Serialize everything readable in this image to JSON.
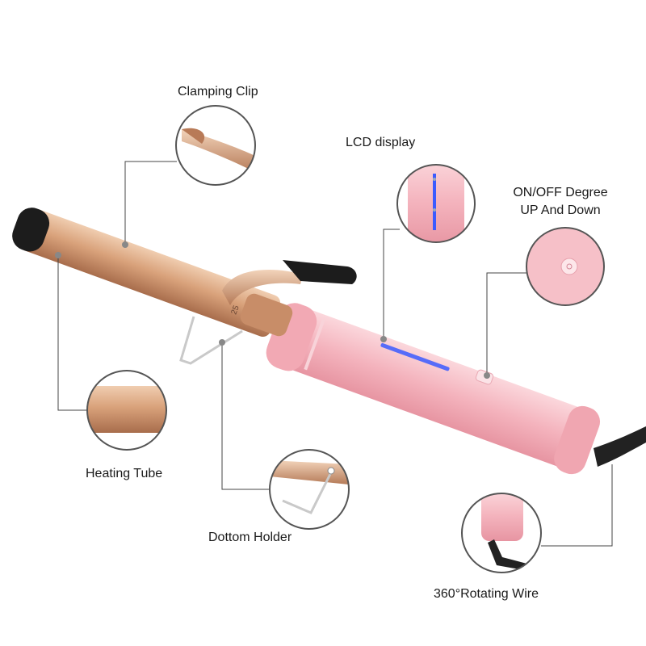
{
  "labels": {
    "clamping_clip": "Clamping Clip",
    "lcd_display": "LCD display",
    "on_off_line1": "ON/OFF Degree",
    "on_off_line2": "UP And Down",
    "heating_tube": "Heating Tube",
    "bottom_holder": "Dottom Holder",
    "rotating_wire": "360°Rotating Wire"
  },
  "barrel_marking": "25",
  "colors": {
    "barrel": "#d6a27e",
    "handle": "#f4b3bd",
    "tip": "#1c1c1c",
    "led": "#3b5bff",
    "callout_line": "#444444"
  }
}
